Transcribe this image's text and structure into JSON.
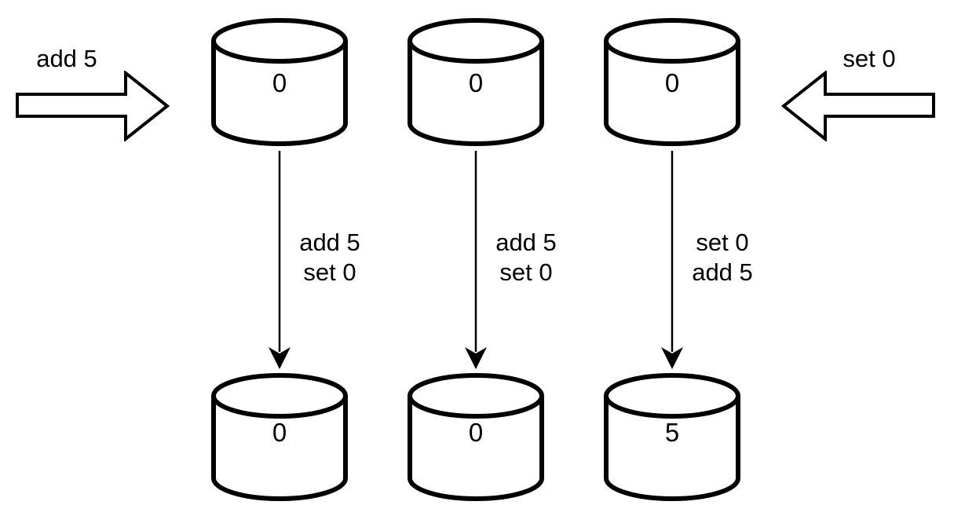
{
  "diagram": {
    "description": "Three database replicas applying concurrent operations in different orders",
    "colors": {
      "background": "#ffffff",
      "stroke": "#000000",
      "fill": "#ffffff"
    },
    "external_inputs": {
      "left": {
        "label": "add 5",
        "direction": "right"
      },
      "right": {
        "label": "set 0",
        "direction": "left"
      }
    },
    "replicas": [
      {
        "initial_value": "0",
        "operations": [
          "add 5",
          "set 0"
        ],
        "final_value": "0"
      },
      {
        "initial_value": "0",
        "operations": [
          "add 5",
          "set 0"
        ],
        "final_value": "0"
      },
      {
        "initial_value": "0",
        "operations": [
          "set 0",
          "add 5"
        ],
        "final_value": "5"
      }
    ]
  }
}
